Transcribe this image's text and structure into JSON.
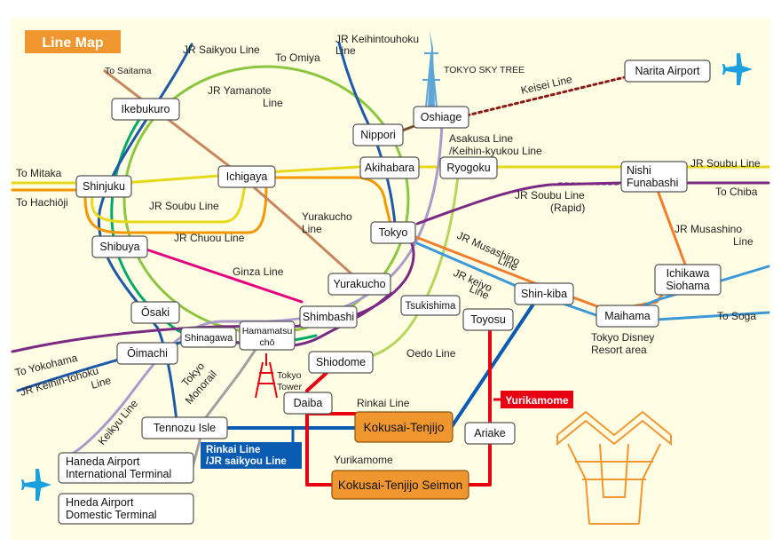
{
  "title": "Line Map",
  "colors": {
    "background": "#fffde3",
    "accent_orange": "#f0962e",
    "yamanote": "#8cc63f",
    "sobu_local": "#e8d81a",
    "chuo": "#f39800",
    "saikyo": "#00a96b",
    "keihin_tohoku": "#1e58a8",
    "ginza": "#e4007f",
    "yurakucho": "#c7875e",
    "asakusa": "#a99ccc",
    "oedo": "#b5d65a",
    "musashino": "#ef7d2b",
    "keiyo": "#3d98d8",
    "rinkai": "#0a5bb2",
    "yurikamome": "#e60012",
    "sobu_rapid": "#7a2a84",
    "keisei": "#8b1a1a"
  },
  "icons": [
    "airplane-icon",
    "tokyo-sky-tree-icon",
    "tokyo-tower-icon",
    "big-sight-icon"
  ],
  "stations": {
    "ikebukuro": "Ikebukuro",
    "shinjuku": "Shinjuku",
    "shibuya": "Shibuya",
    "osaki": "Ōsaki",
    "oimachi": "Ōimachi",
    "shinagawa": "Shinagawa",
    "hamamatsucho_line1": "Hamamatsu",
    "hamamatsucho_line2": "chō",
    "shimbashi": "Shimbashi",
    "yurakucho": "Yurakucho",
    "tokyo": "Tokyo",
    "akihabara": "Akihabara",
    "ryogoku": "Ryogoku",
    "nippori": "Nippori",
    "oshiage": "Oshiage",
    "ichigaya": "Ichigaya",
    "shiodome": "Shiodome",
    "tsukishima": "Tsukishima",
    "toyosu": "Toyosu",
    "shinkiba": "Shin-kiba",
    "maihama": "Maihama",
    "ichikawa_line1": "Ichikawa",
    "ichikawa_line2": "Siohama",
    "nishifunabashi_line1": "Nishi",
    "nishifunabashi_line2": "Funabashi",
    "narita": "Narita Airport",
    "daiba": "Daiba",
    "tennozu": "Tennozu Isle",
    "kokusai_tenjijo": "Kokusai-Tenjijo",
    "ariake": "Ariake",
    "kokusai_tenjijo_seimon": "Kokusai-Tenjijo Seimon",
    "haneda_intl_line1": "Haneda Airport",
    "haneda_intl_line2": "International Terminal",
    "haneda_dom_line1": "Hneda Airport",
    "haneda_dom_line2": "Domestic Terminal"
  },
  "labels": {
    "saikyou": "JR Saikyou Line",
    "keihin_tohoku_top_line1": "JR Keihintouhoku",
    "keihin_tohoku_top_line2": "Line",
    "to_omiya": "To Omiya",
    "to_saitama": "To Saitama",
    "sky_tree": "TOKYO SKY TREE",
    "keisei": "Keisei Line",
    "yamanote_line1": "JR Yamanote",
    "yamanote_line2": "Line",
    "asakusa_line1": "Asakusa Line",
    "asakusa_line2": "/Keihin-kyukou Line",
    "jr_soubu_right": "JR Soubu Line",
    "to_mitaka": "To Mitaka",
    "to_hachioji": "To Hachiōji",
    "to_chiba": "To Chiba",
    "jr_soubu_rapid_line1": "JR Soubu Line",
    "jr_soubu_rapid_line2": "(Rapid)",
    "jr_soubu_left": "JR Soubu Line",
    "yurakucho_line_line1": "Yurakucho",
    "yurakucho_line_line2": "Line",
    "jr_musashino_right_line1": "JR Musashino",
    "jr_musashino_right_line2": "Line",
    "jr_chuou": "JR Chuou Line",
    "jr_musashino_mid_line1": "JR Musashino",
    "jr_musashino_mid_line2": "Line",
    "jr_keiyo_line1": "JR keiyo",
    "jr_keiyo_line2": "Line",
    "ginza": "Ginza Line",
    "to_soga": "To Soga",
    "tokyo_disney_line1": "Tokyo Disney",
    "tokyo_disney_line2": "Resort area",
    "oedo": "Oedo Line",
    "to_yokohama": "To Yokohama",
    "keihin_tohoku_bottom_line1": "JR Keihin-tohoku",
    "keihin_tohoku_bottom_line2": "Line",
    "tokyo_monorail_line1": "Tokyo",
    "tokyo_monorail_line2": "Monorail",
    "tokyo_tower_line1": "Tokyo",
    "tokyo_tower_line2": "Tower",
    "keikyu": "Keikyu Line",
    "rinkai": "Rinkai Line",
    "yurikamome_badge": "Yurikamome",
    "rinkai_badge_line1": "Rinkai Line",
    "rinkai_badge_line2": "/JR saikyou Line",
    "yurikamome_bottom": "Yurikamome"
  }
}
